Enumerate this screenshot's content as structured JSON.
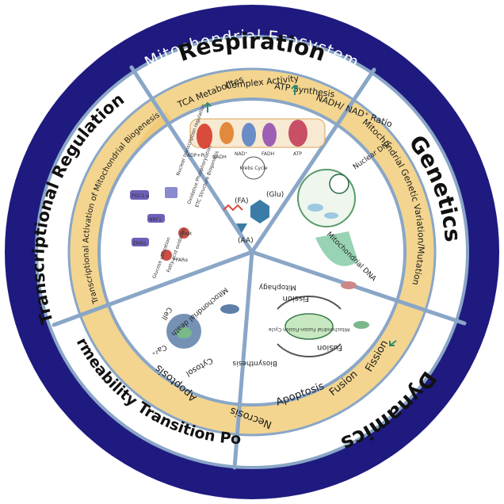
{
  "title": "Mitochondrial Ecosystem",
  "sectors": {
    "respiration": {
      "label": "Respiration",
      "band": [
        "TCA Metabolites",
        "Complex Activity",
        "ATP Synthesis",
        "NADH/ NAD⁺ Ratio"
      ],
      "art": [
        "Krebs Cycle",
        "(FA)",
        "(Glu)",
        "(AA)",
        "NADH",
        "ATP",
        "NAD⁺",
        "FADH",
        "ADP+Pi"
      ]
    },
    "genetics": {
      "label": "Genetics",
      "band": "Mitochondrial Genetic Variation/Mutations",
      "art": [
        "Nuclear DNA",
        "Mitochondrial DNA"
      ]
    },
    "dynamics": {
      "label": "Dynamics",
      "band": [
        "Fission",
        "Fusion",
        "Apoptosis"
      ],
      "art": [
        "Mitophagy",
        "Fission",
        "Mitochondrial Fusion-Fission Cycle",
        "Fusion",
        "Biosynthesis"
      ]
    },
    "ptp": {
      "label": "Permeability Transition Pore",
      "band": [
        "Necrosis",
        "Apoptosis"
      ],
      "art": [
        "Mitochondrial death",
        "Cell",
        "Ca²⁺",
        "Cytosol"
      ]
    },
    "transcription": {
      "label": "Transcriptional Regulation",
      "band": "Transcriptional Activation of Mitochondrial Biogenesis",
      "art": [
        "PGC1-α",
        "NRF1",
        "TFAM",
        "ERRα",
        "PPARα",
        "Nuclear transcription regulation",
        "Oxidative Phosphorylation",
        "ETC Structure Biogenesis",
        "Fatty acid oxidation",
        "Glucose utilization"
      ]
    }
  },
  "colors": {
    "outer_ring": "#1f1a80",
    "divider": "#8aa6c7",
    "band": "#f3d58f",
    "band_dark": "#f0c46c",
    "arrow_up": "#2e8a6c"
  }
}
